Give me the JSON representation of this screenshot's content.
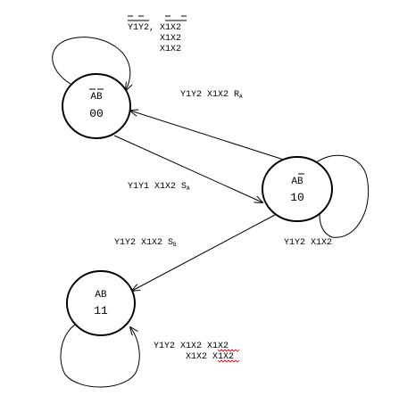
{
  "states": {
    "s00": {
      "name": "AB",
      "code": "00"
    },
    "s10": {
      "name": "AB",
      "code": "10"
    },
    "s11": {
      "name": "AB",
      "code": "11"
    }
  },
  "labels": {
    "loop00_line1": "Y1Y2, X1X2",
    "loop00_line2": "X1X2",
    "loop00_line3": "X1X2",
    "edge_10_to_00": "Y1Y2 X1X2 R",
    "edge_10_to_00_sub": "A",
    "edge_00_to_10": "Y1Y1 X1X2 S",
    "edge_00_to_10_sub": "A",
    "edge_10_to_11": "Y1Y2 X1X2 S",
    "edge_10_to_11_sub": "B",
    "loop10": "Y1Y2 X1X2",
    "loop11_line1": "Y1Y2 X1X2 X1X2",
    "loop11_line2": "X1X2 X1X2"
  }
}
